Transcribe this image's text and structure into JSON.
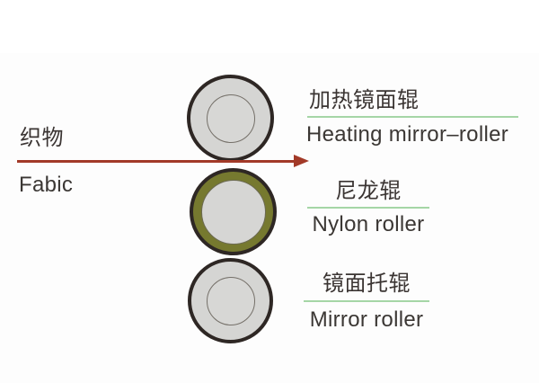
{
  "diagram": {
    "fabric": {
      "zh": "织物",
      "en": "Fabic"
    },
    "rollers": [
      {
        "zh": "加热镜面辊",
        "en": "Heating mirror–roller",
        "style": "gray"
      },
      {
        "zh": "尼龙辊",
        "en": "Nylon roller",
        "style": "olive"
      },
      {
        "zh": "镜面托辊",
        "en": "Mirror roller",
        "style": "gray"
      }
    ],
    "colors": {
      "arrow_red": "#A23A28",
      "underline_green": "#A5D6A6",
      "roller_gray": "#D5D5D3",
      "roller_olive": "#76792F",
      "roller_outline": "#2E2724",
      "text": "#3B3533",
      "panel_bg": "#FDFDFD"
    }
  }
}
